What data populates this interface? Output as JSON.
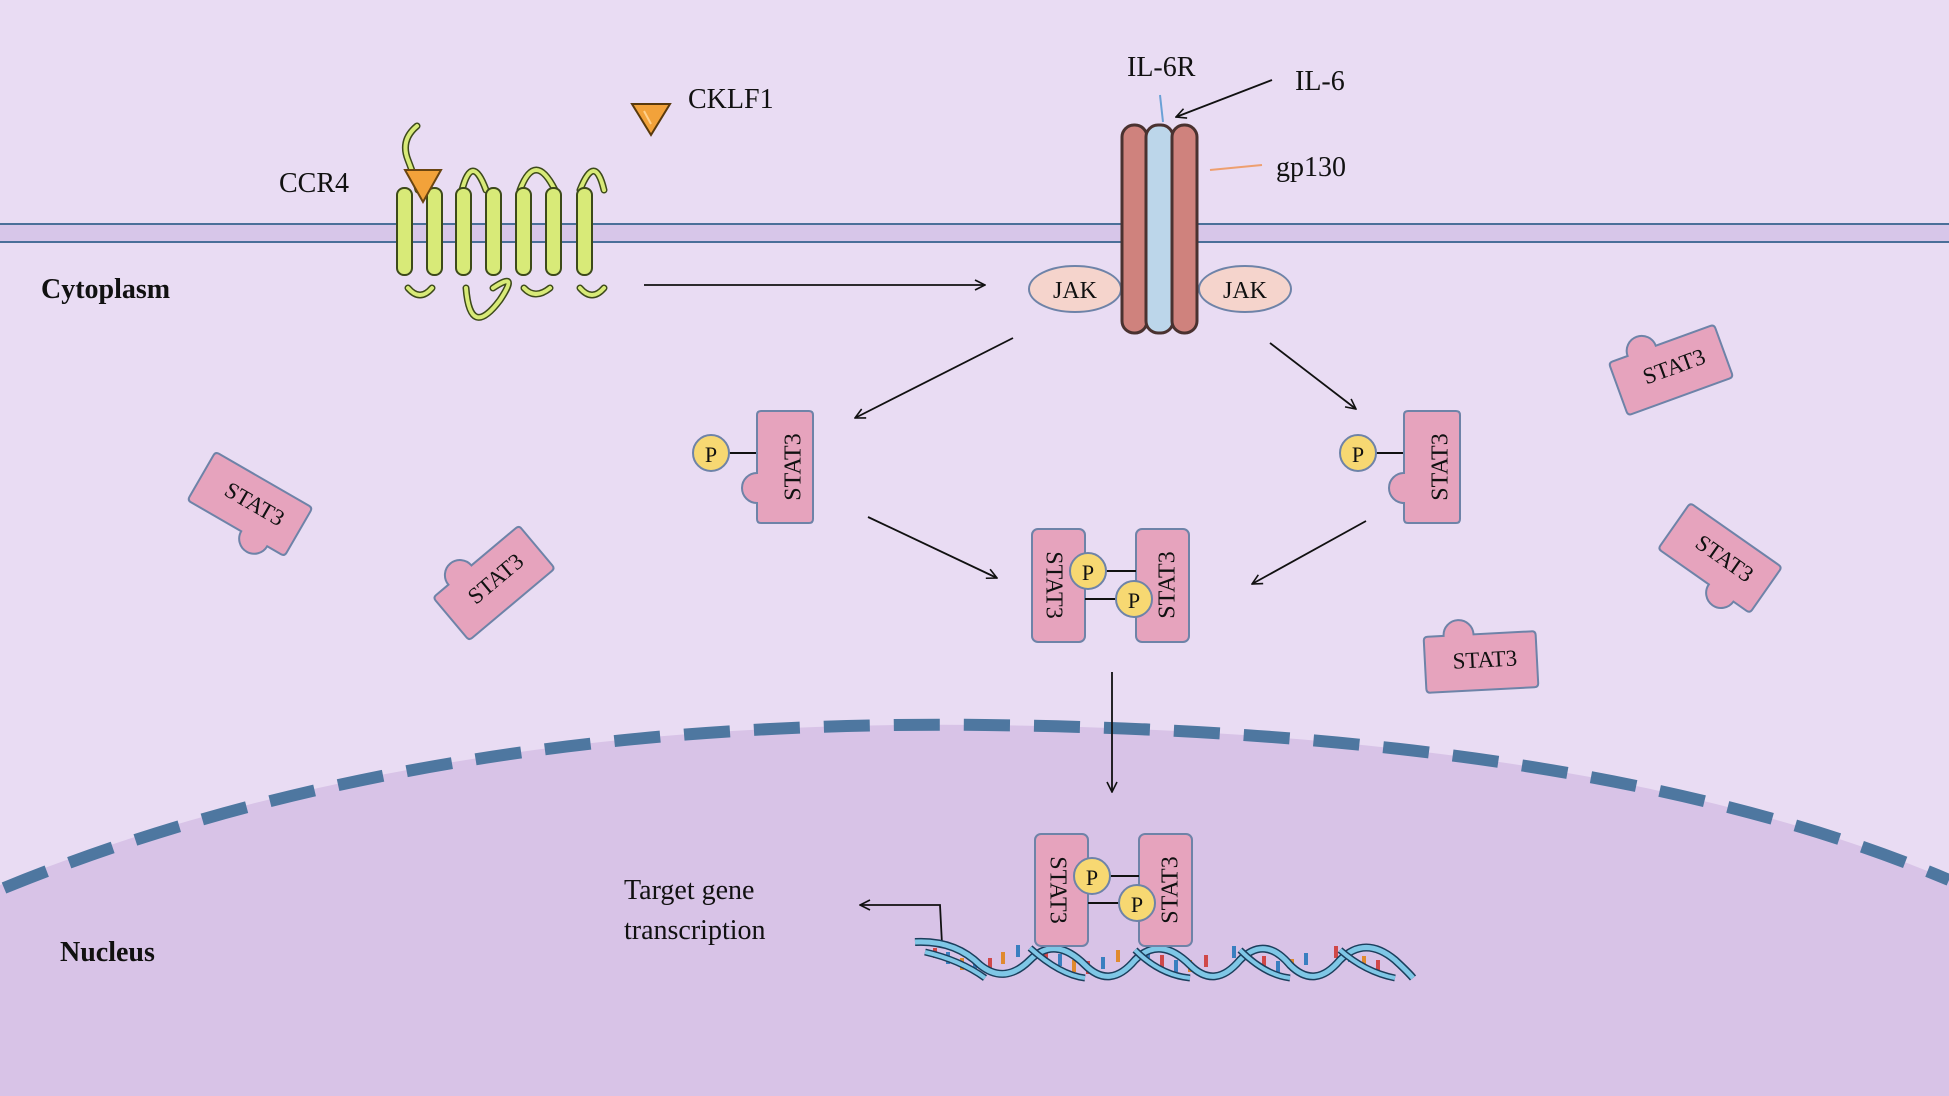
{
  "regions": {
    "cytoplasm_label": "Cytoplasm",
    "nucleus_label": "Nucleus"
  },
  "receptors": {
    "ccr4_label": "CCR4",
    "cklf1_label": "CKLF1",
    "il6r_label": "IL-6R",
    "il6_label": "IL-6",
    "gp130_label": "gp130",
    "jak_left_label": "JAK",
    "jak_right_label": "JAK"
  },
  "stat": {
    "label": "STAT3",
    "phospho_label": "P"
  },
  "transcription": {
    "line1": "Target gene",
    "line2": "transcription"
  },
  "colors": {
    "background": "#e9dcf3",
    "nucleus": "#d8c3e7",
    "membrane": "#d7c6e9",
    "membrane_line": "#4a6f99",
    "stat_fill": "#e6a3bd",
    "stat_stroke": "#6e83a8",
    "phospho_fill": "#f7d872",
    "ccr4_fill": "#d8ea78",
    "gp130_fill": "#cf827d",
    "il6r_fill": "#bcd6ea",
    "jak_fill": "#f5d4cc",
    "ligand_fill": "#f2a23a",
    "nuclear_envelope": "#4e77a0"
  },
  "icons": {
    "dna": "dna-helix-icon",
    "ligand": "triangle-ligand-icon"
  }
}
